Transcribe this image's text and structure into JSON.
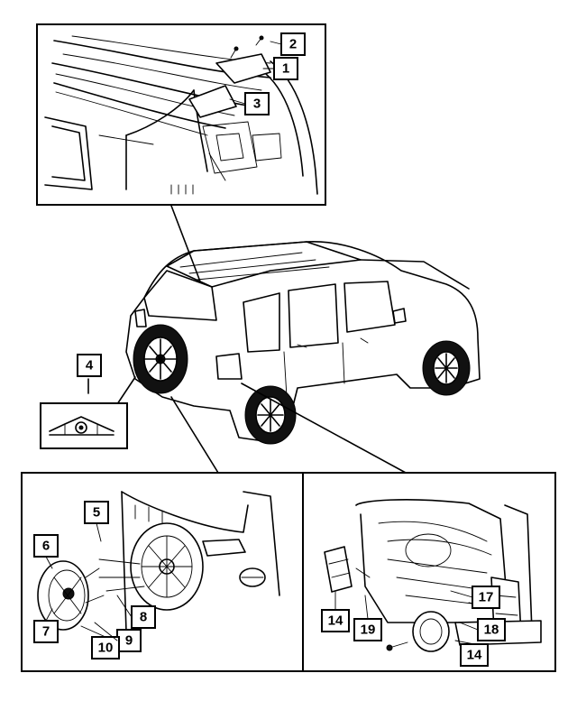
{
  "callouts": {
    "c1": "1",
    "c2": "2",
    "c3": "3",
    "c4": "4",
    "c5": "5",
    "c6": "6",
    "c7": "7",
    "c8": "8",
    "c9": "9",
    "c10": "10",
    "c14a": "14",
    "c14b": "14",
    "c17": "17",
    "c18": "18",
    "c19": "19"
  },
  "colors": {
    "line": "#000000",
    "background": "#ffffff"
  },
  "icons": {
    "vehicle": "suv-rear-three-quarter-illustration",
    "hardware": "spare-tire-mount-hardware-illustration"
  }
}
